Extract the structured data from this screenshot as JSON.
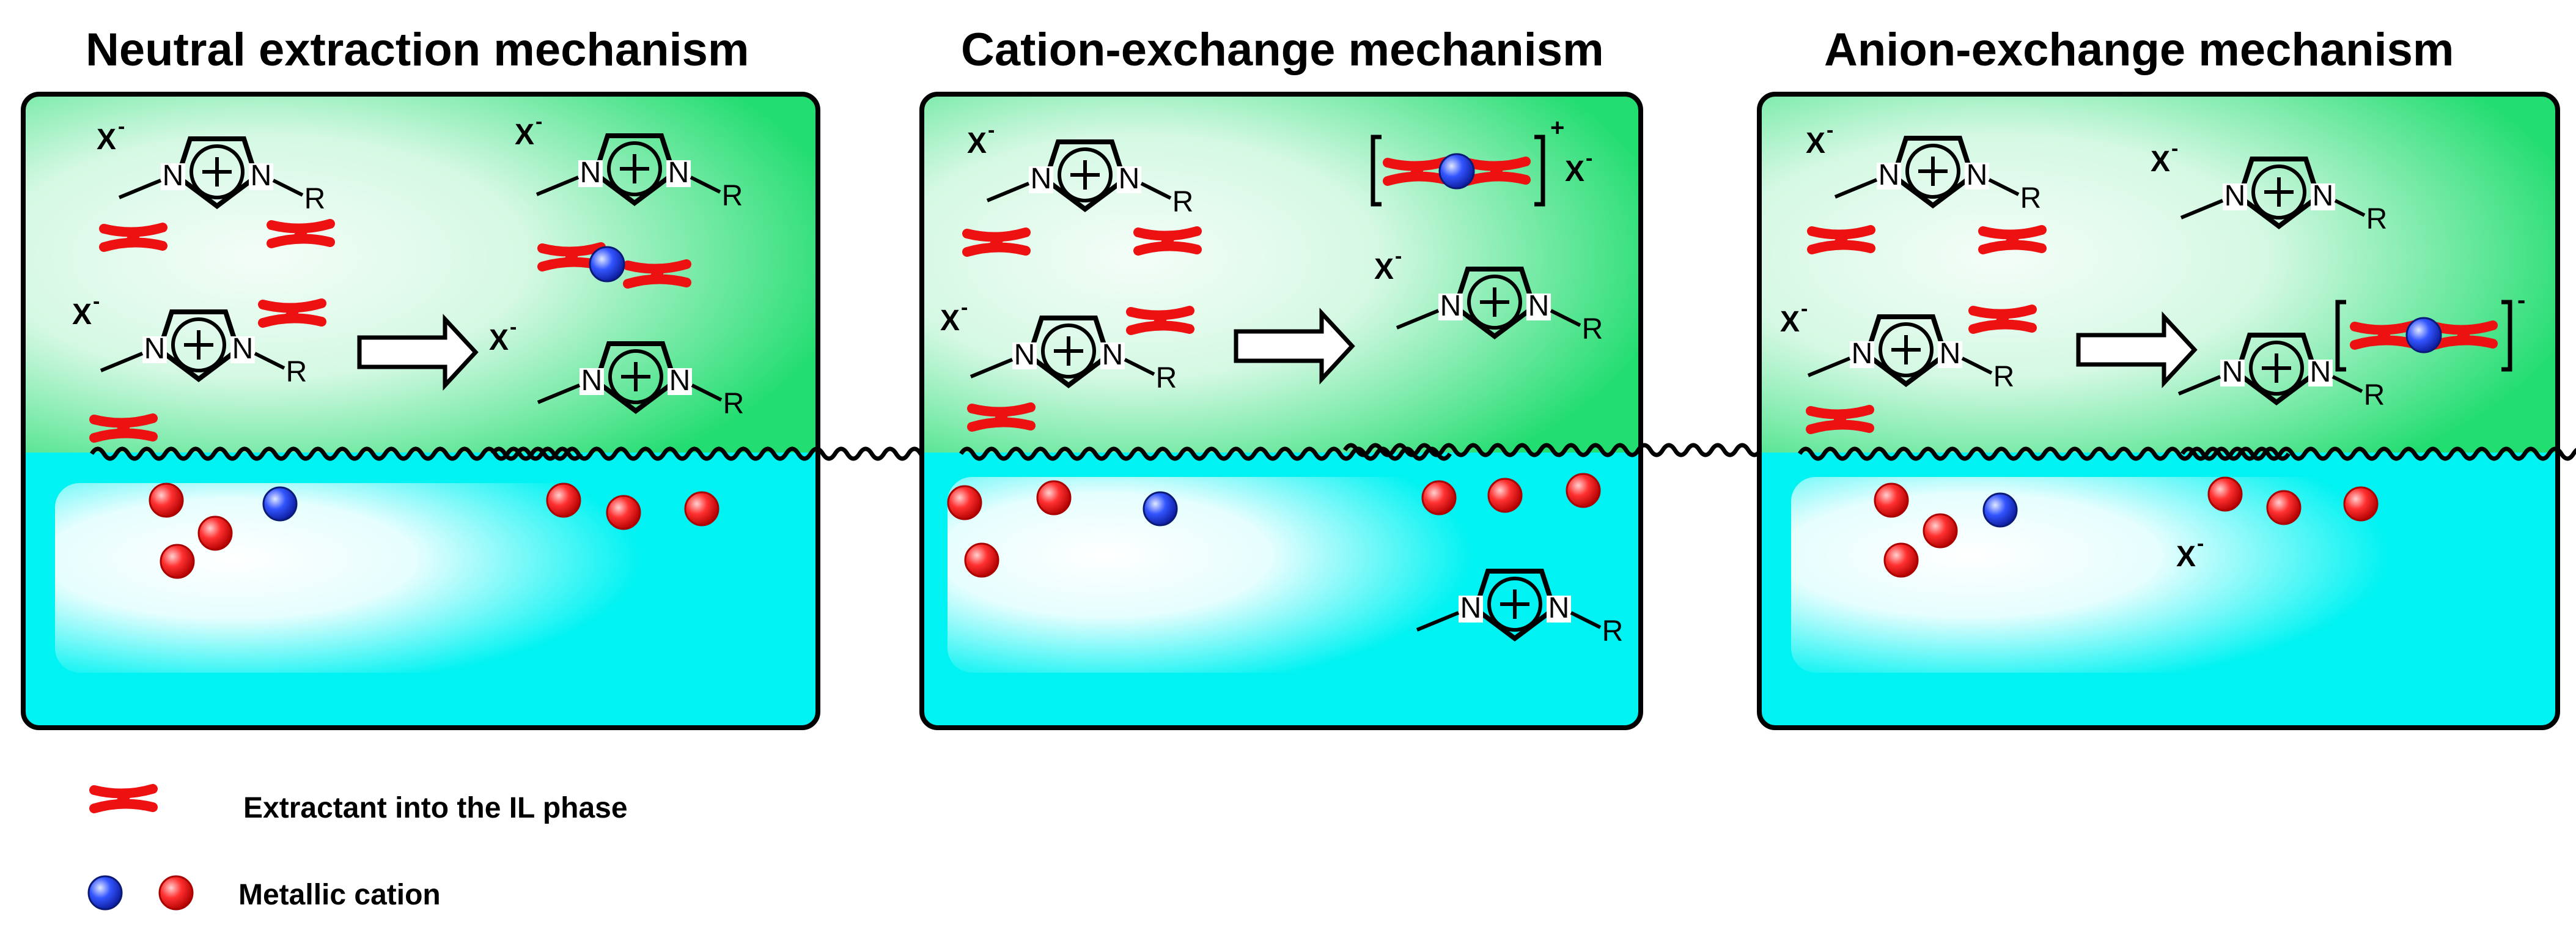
{
  "panels": [
    {
      "title": "Neutral extraction mechanism"
    },
    {
      "title": "Cation-exchange mechanism"
    },
    {
      "title": "Anion-exchange mechanism"
    }
  ],
  "labels": {
    "anion": "X",
    "anion_charge": "-",
    "cation_charge": "+",
    "nitrogen": "N",
    "r_group": "R"
  },
  "legend": {
    "extractant_label": "Extractant into the IL phase",
    "cation_label": "Metallic cation"
  },
  "colors": {
    "il_phase": "#22dd70",
    "aqueous_phase": "#00f2f2",
    "extractant": "#ee1111",
    "metal_blue": "#2233dd",
    "metal_red": "#ee1a1a"
  }
}
